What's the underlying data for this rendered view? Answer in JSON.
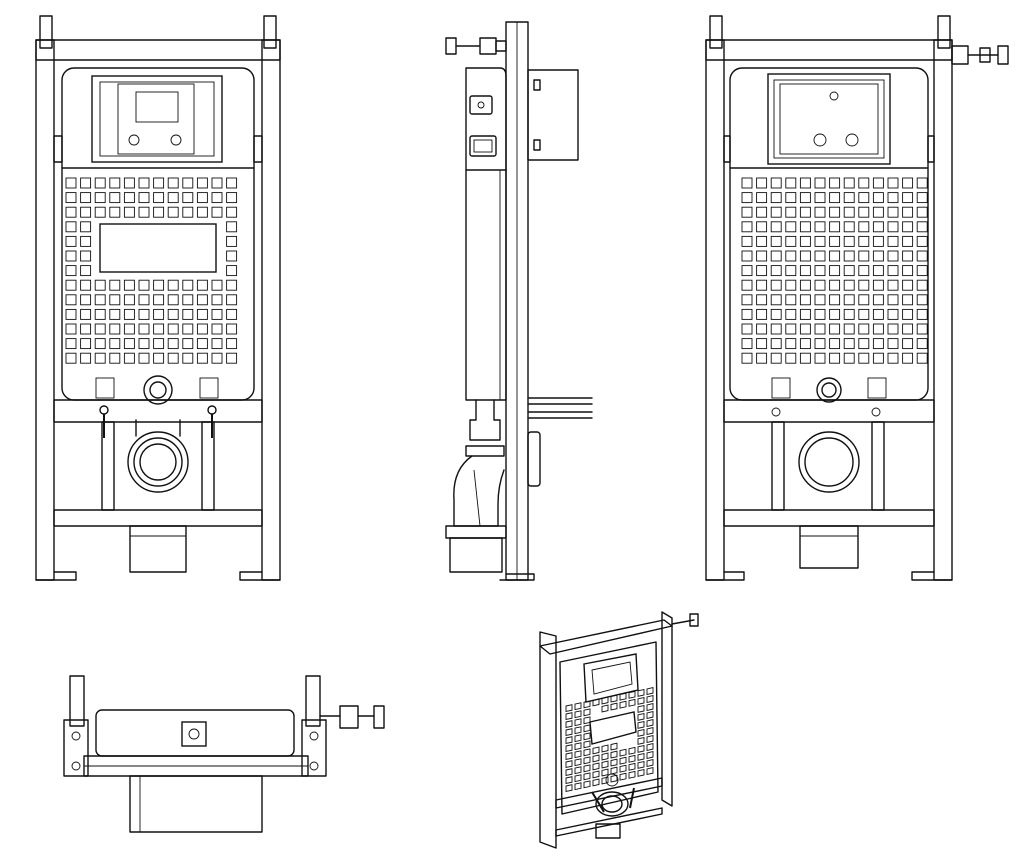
{
  "drawing": {
    "background": "#ffffff",
    "line_color": "#111111",
    "views": [
      {
        "id": "front",
        "label": ""
      },
      {
        "id": "side",
        "label": ""
      },
      {
        "id": "rear",
        "label": ""
      },
      {
        "id": "top",
        "label": ""
      },
      {
        "id": "isometric",
        "label": ""
      }
    ],
    "grid": {
      "front_cols": 12,
      "front_rows": 13,
      "rear_cols": 13,
      "rear_rows": 13
    }
  }
}
